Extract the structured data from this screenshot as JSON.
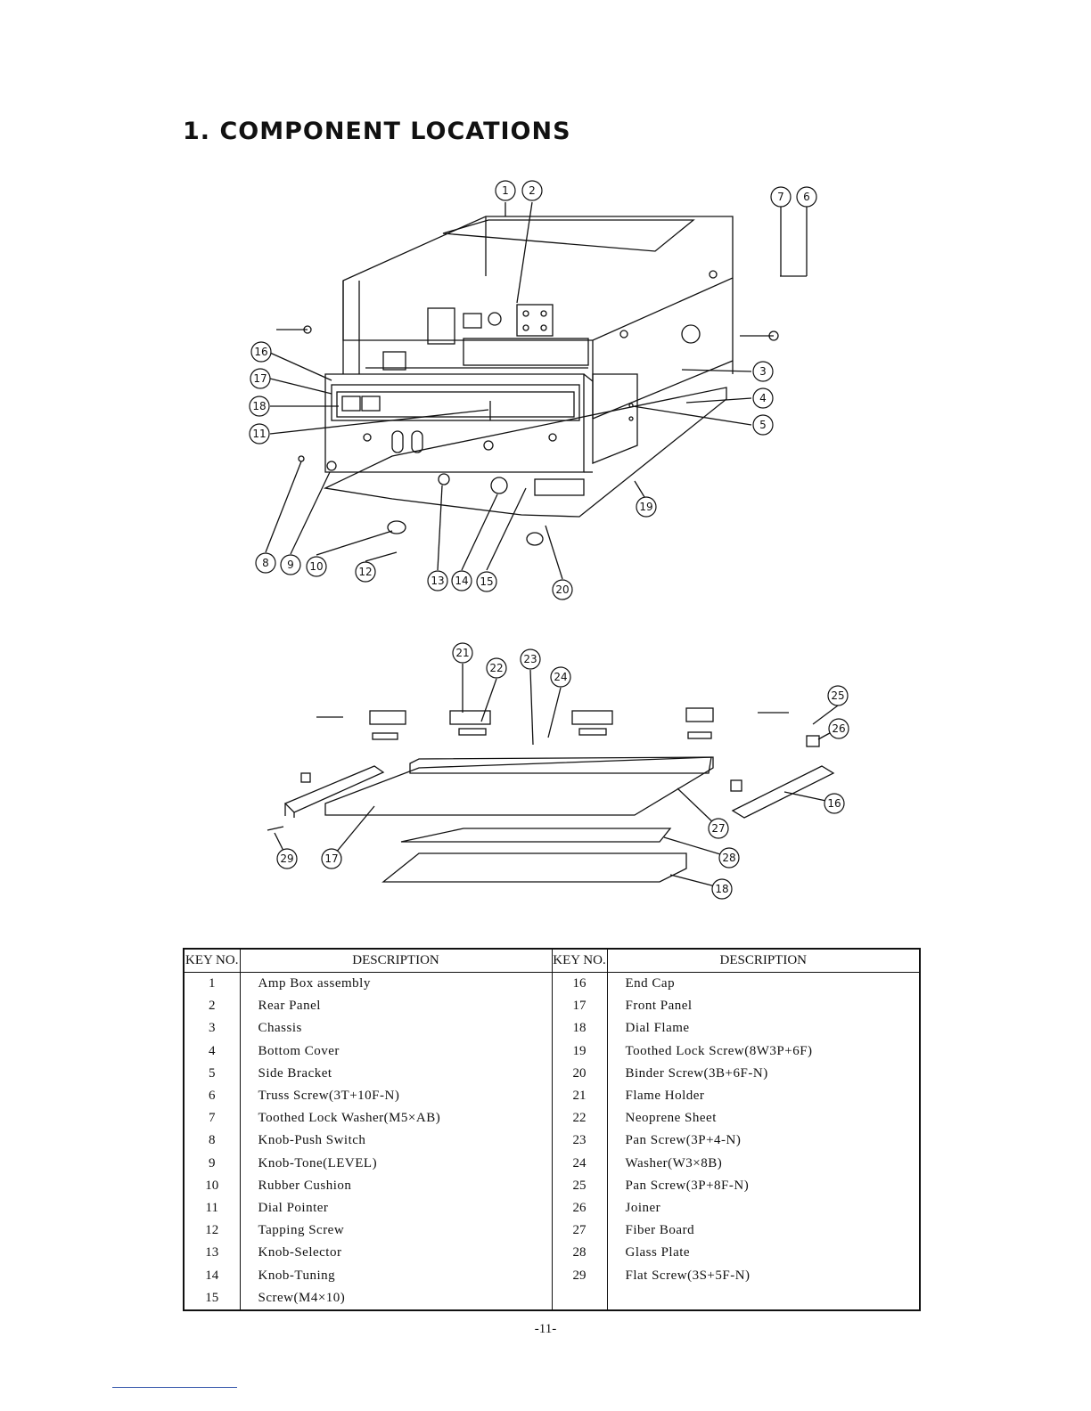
{
  "page": {
    "title": "1. COMPONENT LOCATIONS",
    "page_number": "-11-"
  },
  "callouts": [
    "1",
    "2",
    "3",
    "4",
    "5",
    "6",
    "7",
    "8",
    "9",
    "10",
    "11",
    "12",
    "13",
    "14",
    "15",
    "16",
    "17",
    "18",
    "19",
    "20",
    "21",
    "22",
    "23",
    "24",
    "25",
    "26",
    "27",
    "28",
    "29"
  ],
  "table": {
    "headers": [
      "KEY NO.",
      "DESCRIPTION",
      "KEY NO.",
      "DESCRIPTION"
    ],
    "rows": [
      {
        "k1": "1",
        "d1": "Amp Box assembly",
        "k2": "16",
        "d2": "End Cap"
      },
      {
        "k1": "2",
        "d1": "Rear Panel",
        "k2": "17",
        "d2": "Front Panel"
      },
      {
        "k1": "3",
        "d1": "Chassis",
        "k2": "18",
        "d2": "Dial Flame"
      },
      {
        "k1": "4",
        "d1": "Bottom Cover",
        "k2": "19",
        "d2": "Toothed Lock Screw(8W3P+6F)"
      },
      {
        "k1": "5",
        "d1": "Side Bracket",
        "k2": "20",
        "d2": "Binder Screw(3B+6F-N)"
      },
      {
        "k1": "6",
        "d1": "Truss Screw(3T+10F-N)",
        "k2": "21",
        "d2": "Flame Holder"
      },
      {
        "k1": "7",
        "d1": "Toothed Lock Washer(M5×AB)",
        "k2": "22",
        "d2": "Neoprene Sheet"
      },
      {
        "k1": "8",
        "d1": "Knob-Push Switch",
        "k2": "23",
        "d2": "Pan Screw(3P+4-N)"
      },
      {
        "k1": "9",
        "d1": "Knob-Tone(LEVEL)",
        "k2": "24",
        "d2": "Washer(W3×8B)"
      },
      {
        "k1": "10",
        "d1": "Rubber Cushion",
        "k2": "25",
        "d2": "Pan Screw(3P+8F-N)"
      },
      {
        "k1": "11",
        "d1": "Dial Pointer",
        "k2": "26",
        "d2": "Joiner"
      },
      {
        "k1": "12",
        "d1": "Tapping Screw",
        "k2": "27",
        "d2": "Fiber Board"
      },
      {
        "k1": "13",
        "d1": "Knob-Selector",
        "k2": "28",
        "d2": "Glass Plate"
      },
      {
        "k1": "14",
        "d1": "Knob-Tuning",
        "k2": "29",
        "d2": "Flat Screw(3S+5F-N)"
      },
      {
        "k1": "15",
        "d1": "Screw(M4×10)",
        "k2": "",
        "d2": ""
      }
    ]
  }
}
